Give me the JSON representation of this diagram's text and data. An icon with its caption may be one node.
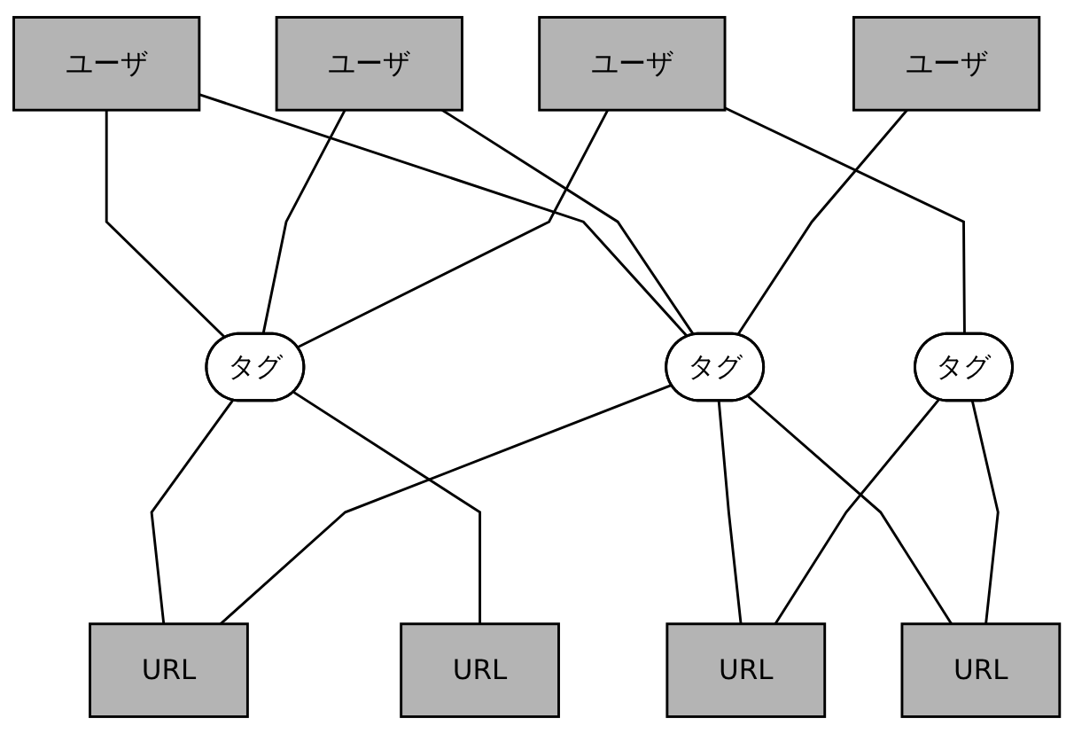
{
  "diagram": {
    "nodes": [
      {
        "text": [
          "ユーザ"
        ]
      },
      {
        "text": [
          "ユーザ"
        ]
      },
      {
        "text": [
          "ユーザ"
        ]
      },
      {
        "text": [
          "ユーザ"
        ]
      },
      {
        "text": [
          "タグ"
        ]
      },
      {
        "text": [
          "タグ"
        ]
      },
      {
        "text": [
          "タグ"
        ]
      },
      {
        "text": [
          "URL"
        ]
      },
      {
        "text": [
          "URL"
        ]
      },
      {
        "text": [
          "URL"
        ]
      },
      {
        "text": [
          "URL"
        ]
      }
    ],
    "edges": [
      {
        "from": 0,
        "to": 4,
        "arrow": "none"
      },
      {
        "from": 0,
        "to": 5,
        "arrow": "none"
      },
      {
        "from": 1,
        "to": 4,
        "arrow": "none"
      },
      {
        "from": 1,
        "to": 5,
        "arrow": "none"
      },
      {
        "from": 2,
        "to": 4,
        "arrow": "none"
      },
      {
        "from": 2,
        "to": 6,
        "arrow": "none"
      },
      {
        "from": 3,
        "to": 5,
        "arrow": "none"
      },
      {
        "from": 4,
        "to": 7,
        "arrow": "none"
      },
      {
        "from": 4,
        "to": 8,
        "arrow": "none"
      },
      {
        "from": 5,
        "to": 7,
        "arrow": "none"
      },
      {
        "from": 5,
        "to": 9,
        "arrow": "none"
      },
      {
        "from": 5,
        "to": 10,
        "arrow": "none"
      },
      {
        "from": 6,
        "to": 9,
        "arrow": "none"
      },
      {
        "from": 6,
        "to": 10,
        "arrow": "none"
      }
    ]
  }
}
